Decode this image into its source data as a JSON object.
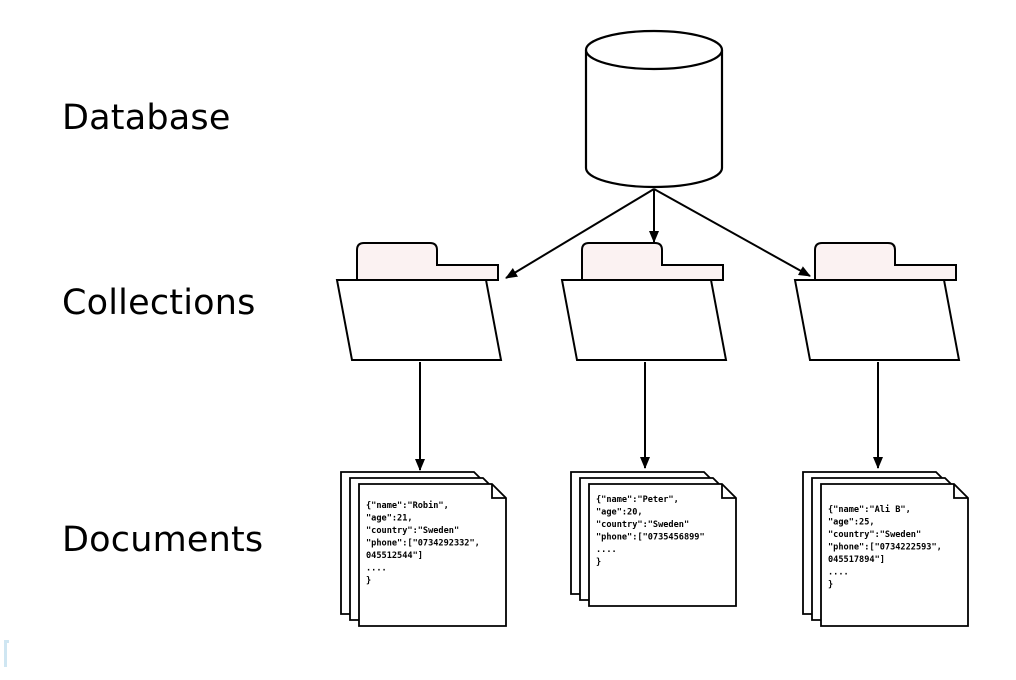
{
  "labels": {
    "database": "Database",
    "collections": "Collections",
    "documents": "Documents"
  },
  "documents": [
    {
      "lines": [
        "{\"name\":\"Robin\",",
        "\"age\":21,",
        "\"country\":\"Sweden\"",
        "\"phone\":[\"0734292332\",",
        "045512544\"]",
        "",
        "....",
        "",
        "}"
      ]
    },
    {
      "lines": [
        "{\"name\":\"Peter\",",
        "\"age\":20,",
        "\"country\":\"Sweden\"",
        "\"phone\":[\"0735456899\"",
        "",
        "....",
        "",
        "}"
      ]
    },
    {
      "lines": [
        "{\"name\":\"Ali B\",",
        "\"age\":25,",
        "\"country\":\"Sweden\"",
        "\"phone\":[\"0734222593\",",
        "045517894\"]",
        "",
        "....",
        "",
        "}"
      ]
    }
  ],
  "colors": {
    "stroke": "#000000",
    "folder_tab": "#fbf2f2",
    "paper": "#ffffff",
    "corner_mark": "#cfe6f2"
  }
}
